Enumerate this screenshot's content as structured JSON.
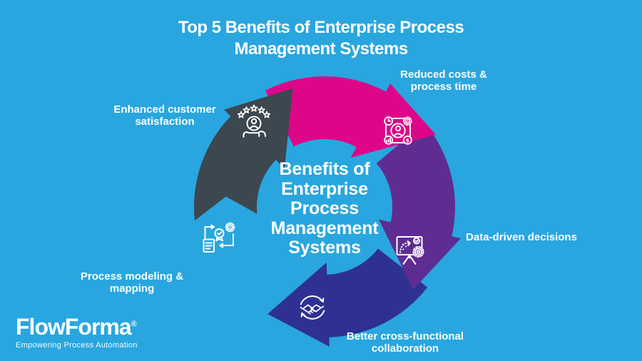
{
  "colors": {
    "bg": "#29A6DF",
    "arrow_gray": "#3C4750",
    "arrow_pink": "#DD0688",
    "arrow_purple": "#5F2D91",
    "arrow_navy": "#2E3192",
    "text": "#FFFFFF"
  },
  "title": "Top 5 Benefits of Enterprise Process\nManagement Systems",
  "center_text": "Benefits of\nEnterprise\nProcess\nManagement\nSystems",
  "labels": {
    "enhanced": "Enhanced customer\nsatisfaction",
    "reduced": "Reduced costs &\nprocess time",
    "data_driven": "Data-driven decisions",
    "collaboration": "Better cross-functional\ncollaboration",
    "modeling": "Process modeling &\nmapping"
  },
  "icons": {
    "enhanced": "customer-satisfaction-icon",
    "reduced": "cost-time-icon",
    "data_driven": "analytics-board-icon",
    "collaboration": "handshake-cycle-icon",
    "modeling": "process-document-icon"
  },
  "brand": {
    "name": "FlowForma",
    "reg": "®",
    "tagline": "Empowering Process Automation"
  }
}
